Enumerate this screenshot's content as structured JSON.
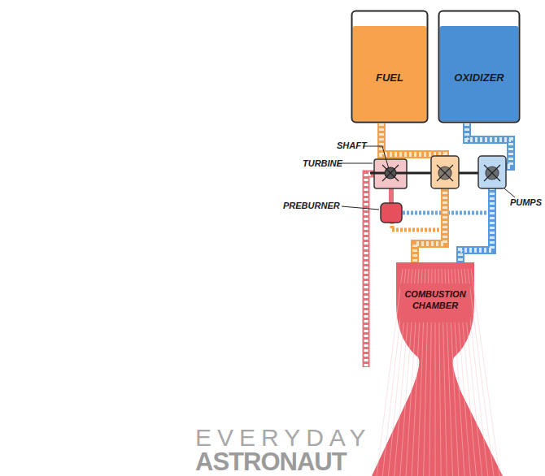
{
  "diagram": {
    "nodes": [
      {
        "text": [
          "FUEL"
        ]
      },
      {
        "text": [
          "OXIDIZER"
        ]
      },
      {
        "text": [
          "COMBUSTION CHAMBER"
        ]
      }
    ],
    "edges": [
      {
        "from": 0,
        "to": 2,
        "arrow": "none"
      },
      {
        "from": 1,
        "to": 2,
        "arrow": "none"
      }
    ],
    "labels": [
      "SHAFT",
      "TURBINE",
      "PREBURNER",
      "PUMPS",
      "EVERYDAY",
      "ASTRONAUT"
    ]
  }
}
